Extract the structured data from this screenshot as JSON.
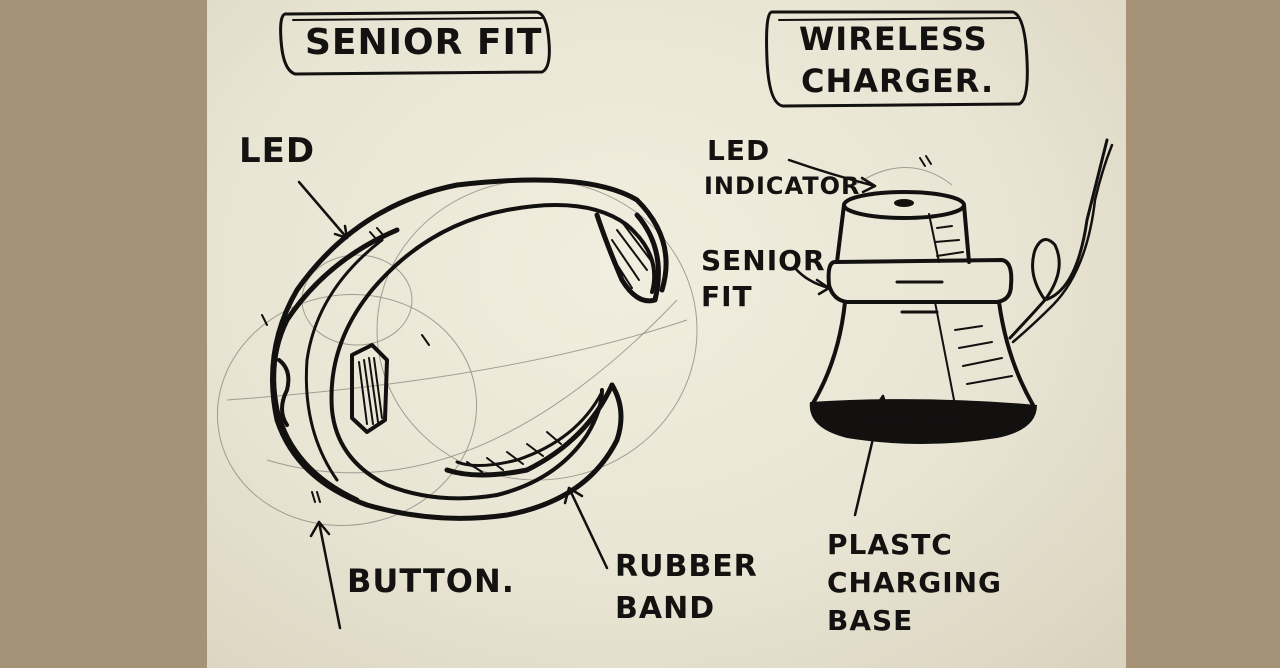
{
  "sketch": {
    "left_title": "SENIOR FIT",
    "right_title_line1": "WIRELESS",
    "right_title_line2": "CHARGER.",
    "labels": {
      "led": "LED",
      "button": "BUTTON.",
      "rubber_band_line1": "RUBBER",
      "rubber_band_line2": "BAND",
      "led_indicator_line1": "LED",
      "led_indicator_line2": "INDICATOR",
      "senior_fit_line1": "SENIOR",
      "senior_fit_line2": "FIT",
      "plastic_base_line1": "PLASTC",
      "plastic_base_line2": "CHARGING",
      "plastic_base_line3": "BASE"
    }
  },
  "colors": {
    "backdrop": "#a59277",
    "paper": "#ece8d8",
    "ink": "#121110"
  }
}
